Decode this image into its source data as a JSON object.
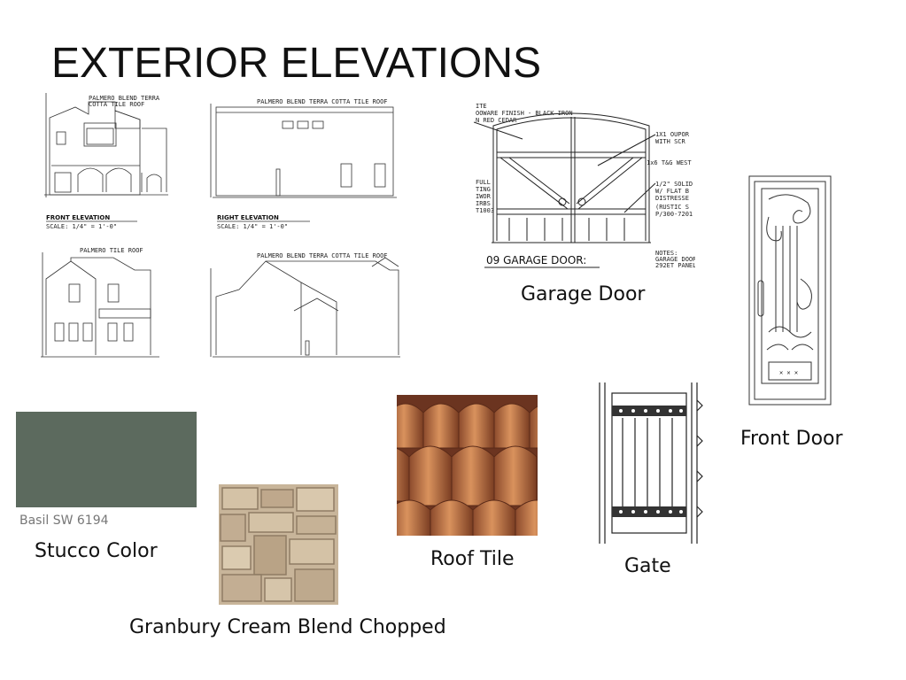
{
  "slide": {
    "title": "EXTERIOR ELEVATIONS"
  },
  "elevations": {
    "front_label": "FRONT ELEVATION",
    "right_label": "RIGHT ELEVATION"
  },
  "garage_door": {
    "drawing_label": "09 GARAGE DOOR:",
    "caption": "Garage Door"
  },
  "front_door": {
    "caption": "Front Door"
  },
  "stucco": {
    "swatch_label": "Basil SW 6194",
    "caption": "Stucco Color",
    "color": "#5c6a5e"
  },
  "stone": {
    "caption": "Granbury Cream Blend Chopped"
  },
  "roof_tile": {
    "caption": "Roof Tile"
  },
  "gate": {
    "caption": "Gate"
  }
}
